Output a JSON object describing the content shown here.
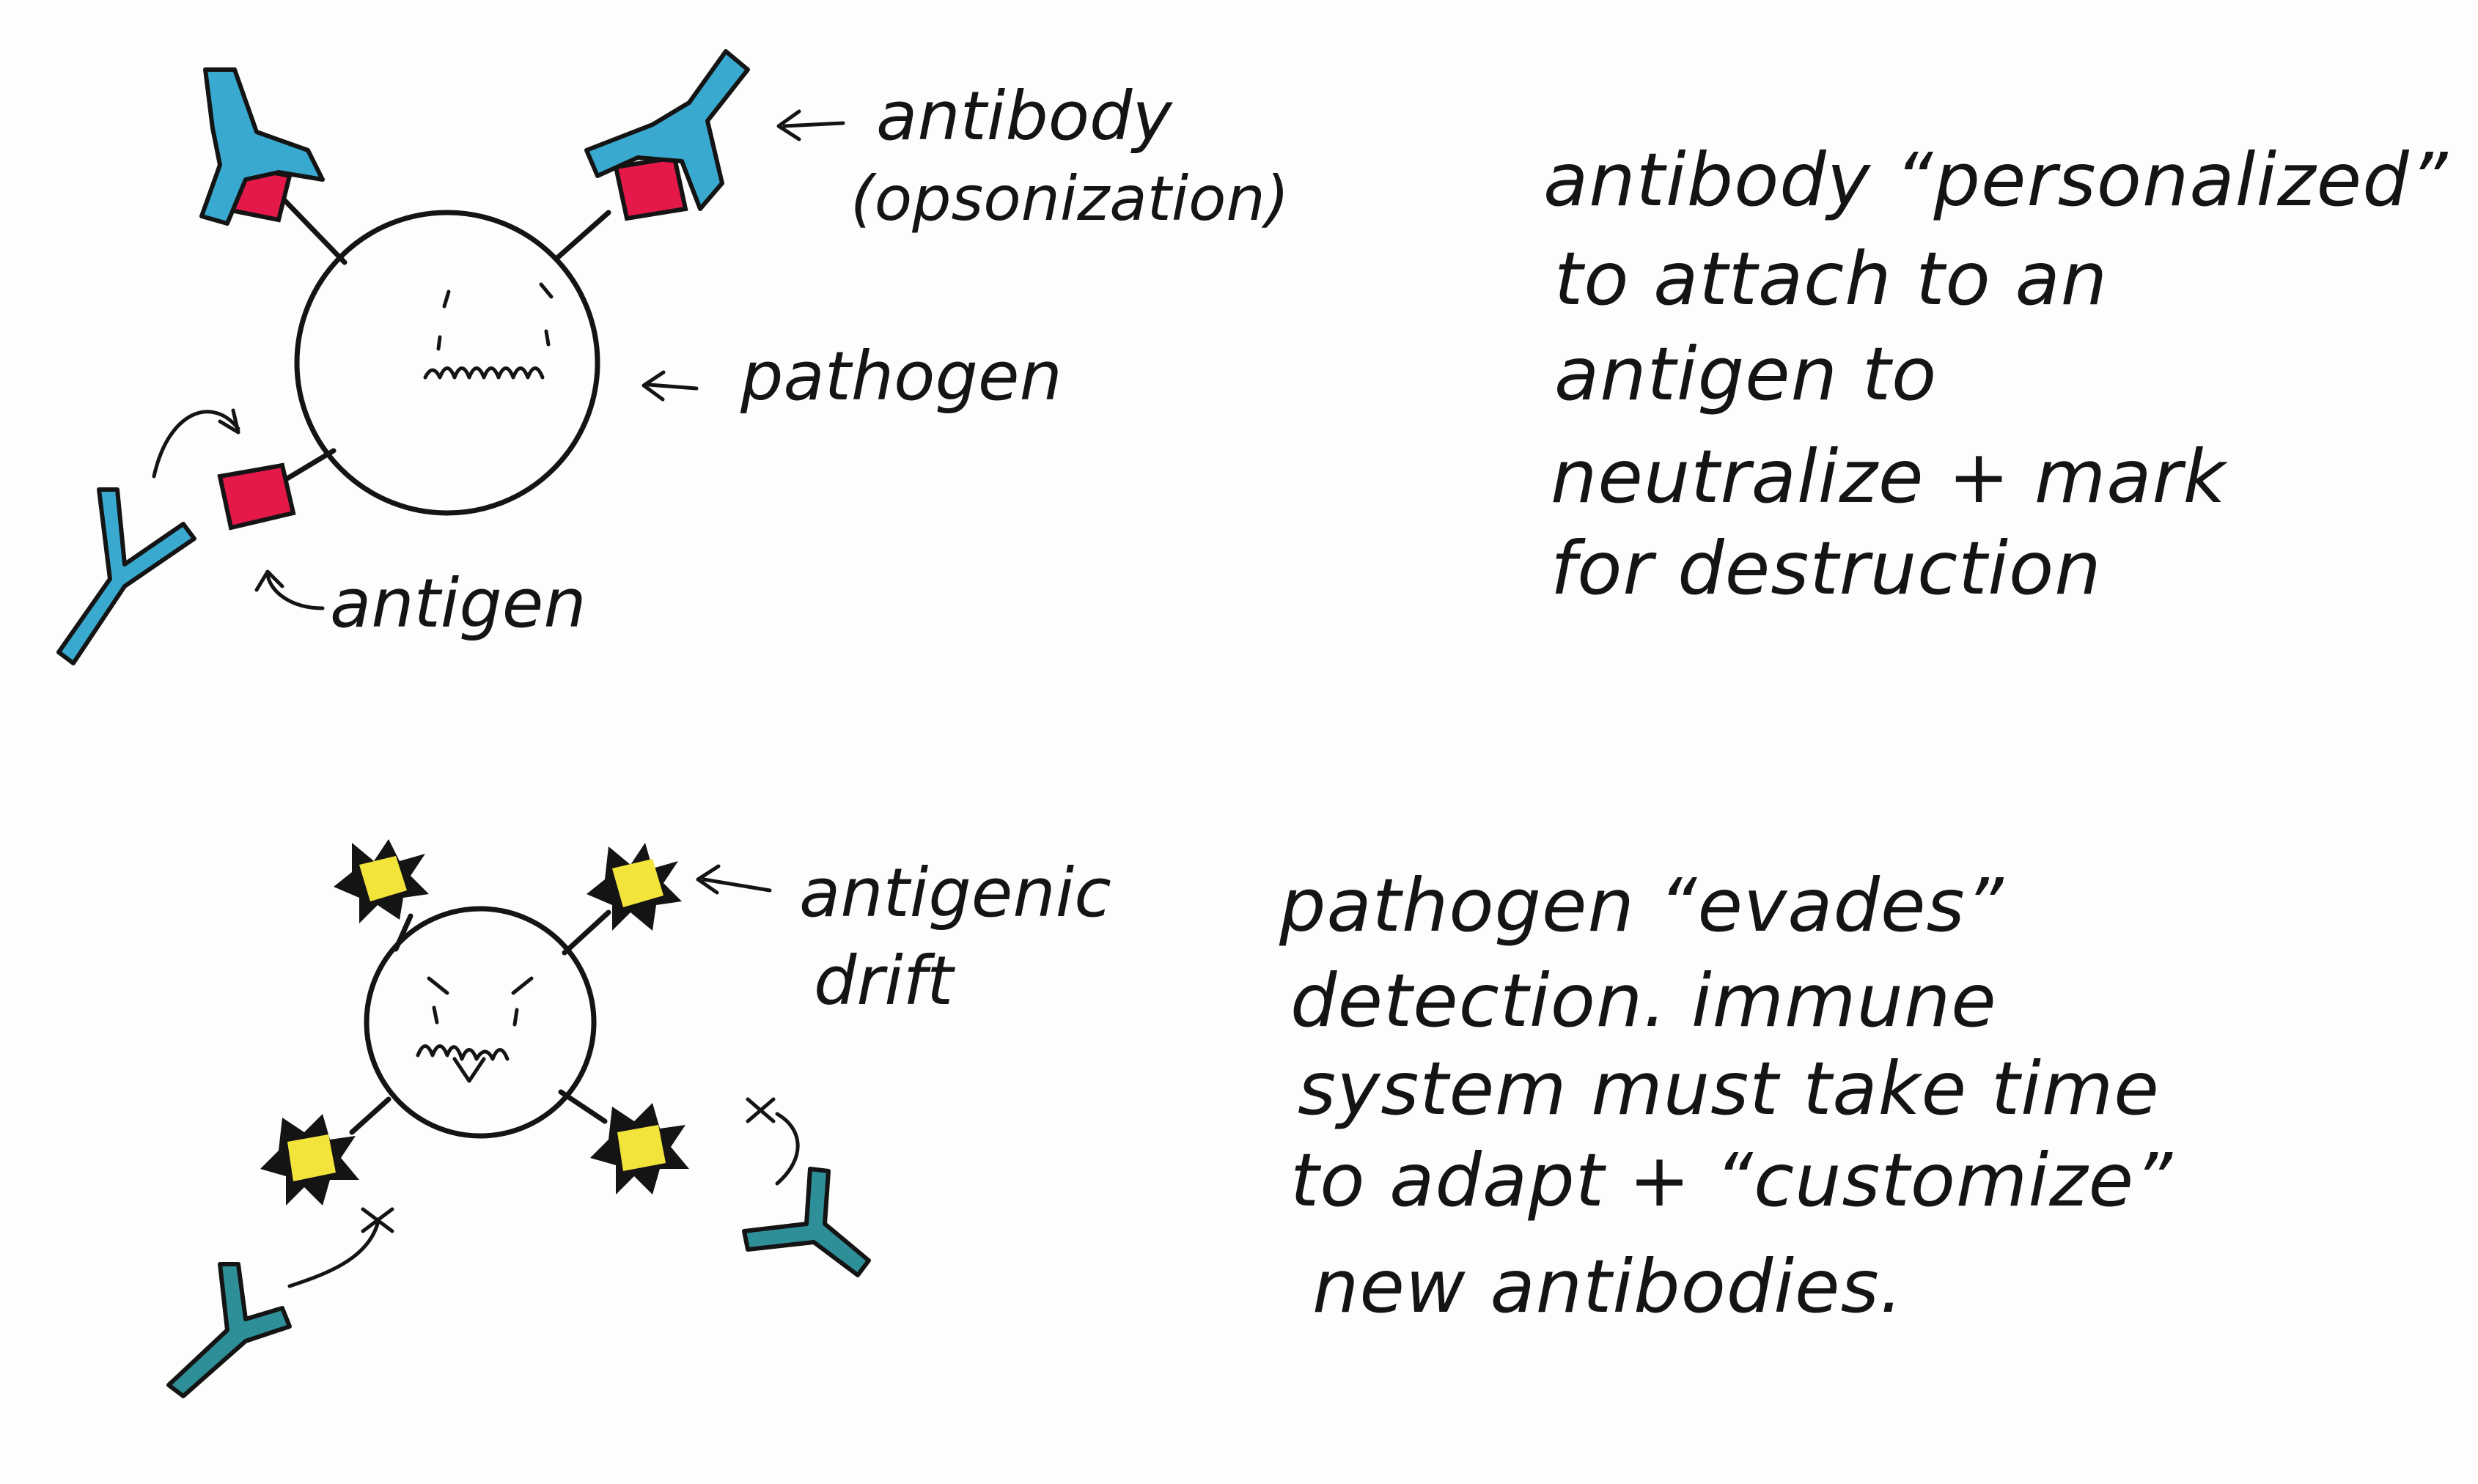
{
  "labels": {
    "antibody": "antibody",
    "opsonization": "(opsonization)",
    "pathogen": "pathogen",
    "antigen": "antigen",
    "antigenic": "antigenic",
    "drift": "drift"
  },
  "notes": {
    "top": [
      "antibody “personalized”",
      "to attach to an",
      "antigen to",
      "neutralize + mark",
      "for destruction"
    ],
    "bottom": [
      "pathogen “evades”",
      "detection. immune",
      "system must take time",
      "to adapt + “customize”",
      "new antibodies."
    ]
  },
  "colors": {
    "antibody": "#39a9cf",
    "antibody_dark": "#2f8f98",
    "antigen": "#e4194a",
    "drifted_antigen": "#f3e43c",
    "ink": "#141414"
  }
}
